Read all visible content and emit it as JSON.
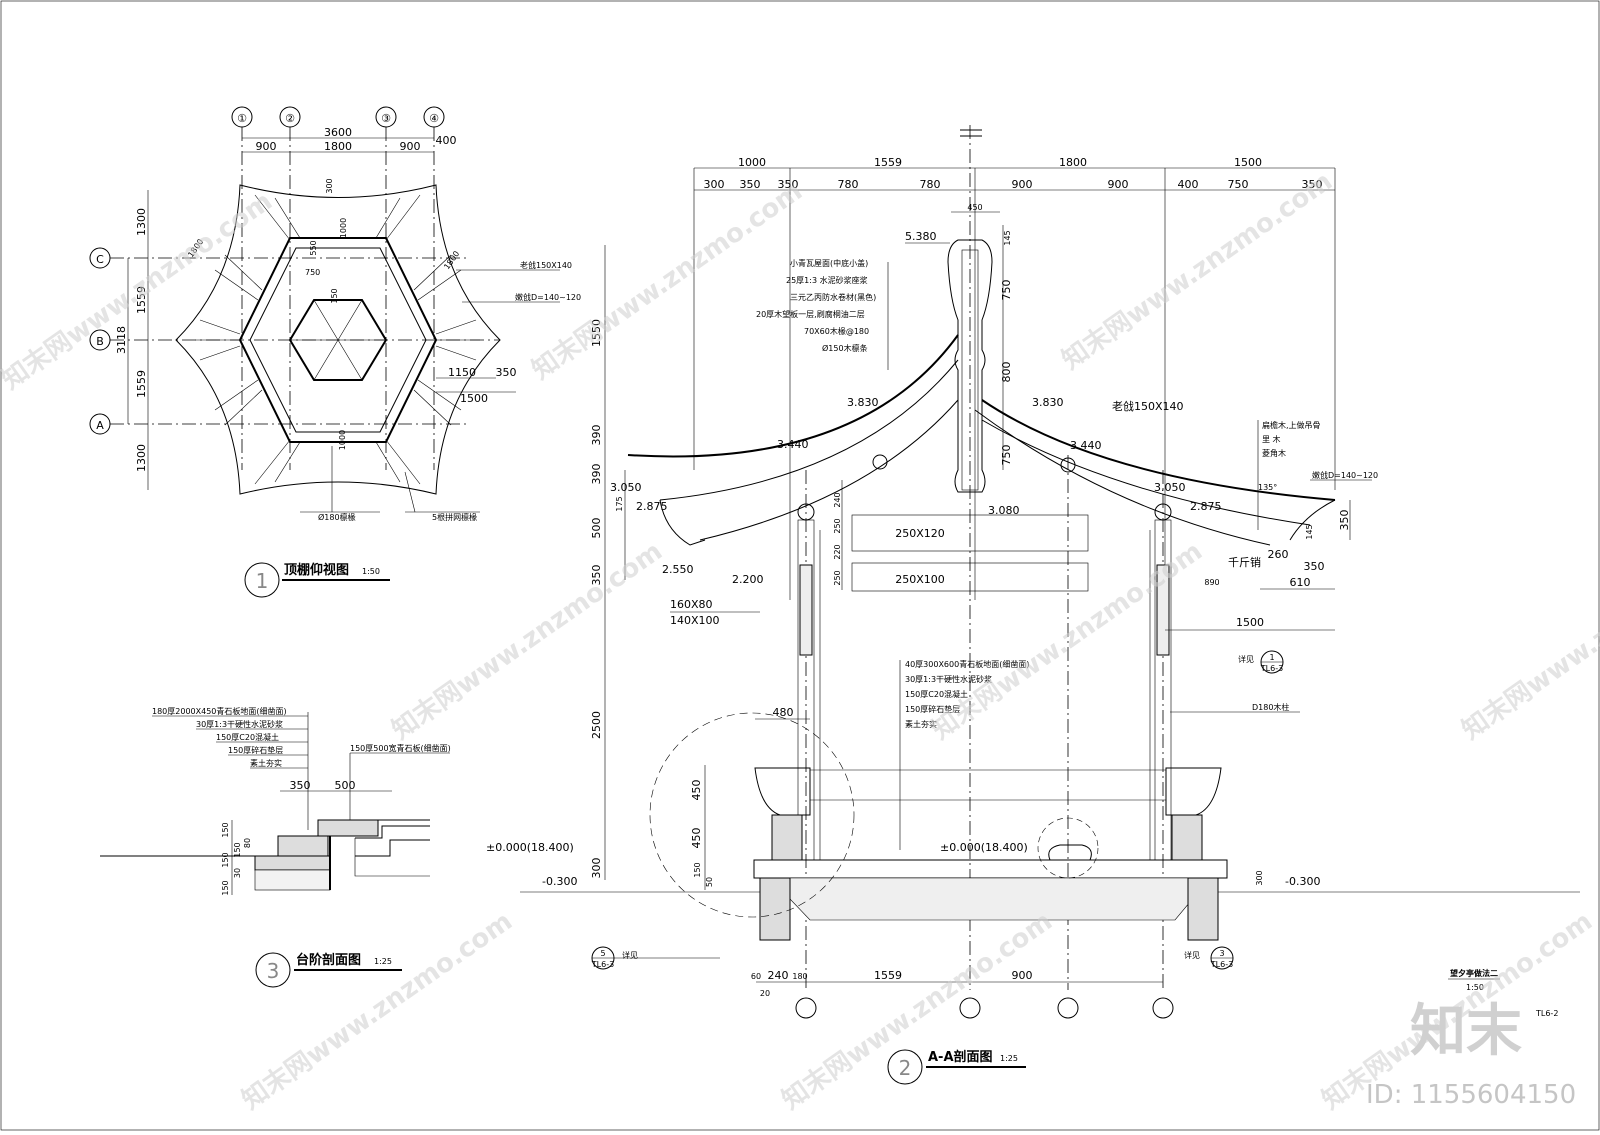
{
  "drawings": {
    "ceiling": {
      "number": "1",
      "title": "顶棚仰视图",
      "scale": "1:50",
      "axes": [
        "①",
        "②",
        "③",
        "④"
      ],
      "row_axes": [
        "C",
        "B",
        "A"
      ],
      "top_dims": [
        "3600",
        "900",
        "1800",
        "900",
        "400"
      ],
      "side_dims": [
        "1300",
        "1559",
        "3118",
        "1559",
        "1300"
      ],
      "inner_dims": [
        "300",
        "1000",
        "550",
        "150",
        "750",
        "1000",
        "1800",
        "1800"
      ],
      "right_dims": [
        "1150",
        "350",
        "1500"
      ],
      "notes": [
        "老戗150X140",
        "嫩戗D=140~120",
        "Ø180檩椽",
        "5根拼网檩椽"
      ]
    },
    "step": {
      "number": "3",
      "title": "台阶剖面图",
      "scale": "1:25",
      "notes_left": [
        "180厚2000X450青石板地面(细凿面)",
        "30厚1:3干硬性水泥砂浆",
        "150厚C20混凝土",
        "150厚碎石垫层",
        "素土夯实"
      ],
      "note_right": "150厚500宽青石板(细凿面)",
      "dims_top": [
        "350",
        "500"
      ],
      "dims_side": [
        "150",
        "150",
        "80",
        "150",
        "30",
        "150"
      ]
    },
    "section": {
      "number": "2",
      "title": "A-A剖面图",
      "scale": "1:25",
      "top_dims_row1": [
        "1000",
        "1559",
        "1800",
        "1500"
      ],
      "top_dims_row2": [
        "300",
        "350",
        "350",
        "780",
        "780",
        "900",
        "900",
        "400",
        "750",
        "350"
      ],
      "ridge_width": "450",
      "side_dims_left": [
        "1550",
        "390",
        "390",
        "500",
        "175",
        "350",
        "2500",
        "300"
      ],
      "ridge_dims": [
        "145",
        "750",
        "800",
        "750"
      ],
      "elevations": [
        "5.380",
        "3.830",
        "3.830",
        "3.440",
        "3.440",
        "3.050",
        "3.050",
        "2.875",
        "2.875",
        "2.550",
        "2.200",
        "3.080",
        "±0.000(18.400)",
        "±0.000(18.400)",
        "-0.300",
        "-0.300"
      ],
      "roof_notes": [
        "小青瓦屋面(中底小盖)",
        "25厚1:3 水泥砂浆座浆",
        "三元乙丙防水卷材(黑色)",
        "20厚木望板一层,刷腐桐油二层",
        "70X60木椽@180",
        "Ø150木檩条"
      ],
      "floor_notes": [
        "40厚300X600青石板地面(细凿面)",
        "30厚1:3干硬性水泥砂浆",
        "150厚C20混凝土",
        "150厚碎石垫层",
        "素土夯实"
      ],
      "right_notes": [
        "扁檐木,上做吊骨",
        "里 木",
        "菱角木"
      ],
      "beams": [
        "250X120",
        "250X100",
        "160X80",
        "140X100"
      ],
      "beam_dims": [
        "240",
        "250",
        "220",
        "250"
      ],
      "labels": [
        "老戗150X140",
        "嫩戗D=140~120",
        "千斤销",
        "135°",
        "D180木柱"
      ],
      "right_dims": [
        "350",
        "260",
        "350",
        "610",
        "145",
        "890",
        "1500"
      ],
      "bottom_dims": [
        "60",
        "240",
        "180",
        "1559",
        "900",
        "20"
      ],
      "seat_dims": [
        "480",
        "450",
        "450",
        "150",
        "50",
        "300"
      ],
      "detail_refs": [
        {
          "top": "1",
          "bottom": "TL6-3",
          "label": "详见"
        },
        {
          "top": "5",
          "bottom": "TL6-3",
          "label": "详见"
        },
        {
          "top": "3",
          "bottom": "TL6-3",
          "label": "详见"
        }
      ]
    }
  },
  "sheet": {
    "title": "望夕亭做法二",
    "scale": "1:50",
    "code": "TL6-2"
  },
  "brand": {
    "name": "知末",
    "id": "ID: 1155604150",
    "watermark": "知末网www.znzmo.com"
  }
}
